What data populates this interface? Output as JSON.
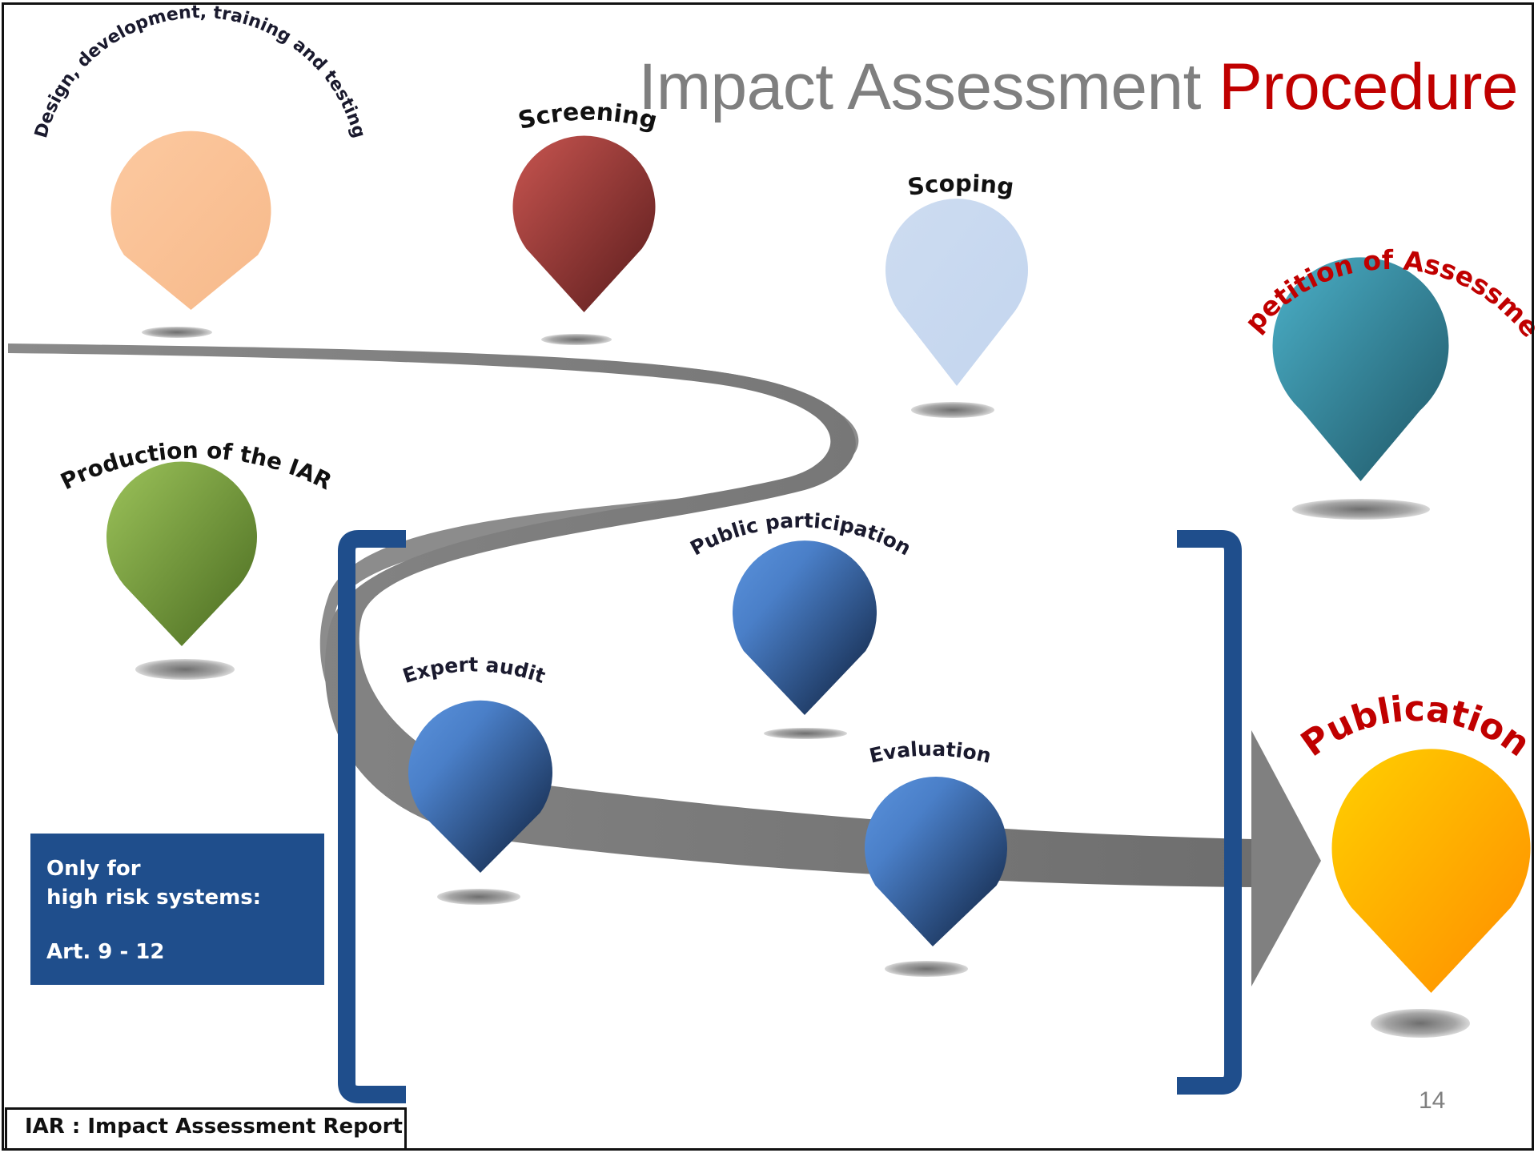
{
  "title": {
    "part1": "Impact Assessment",
    "part2": "Procedure"
  },
  "colors": {
    "title_gray": "#7f7f7f",
    "title_red": "#c00000",
    "road": "#808080",
    "bracket": "#1f4e8c",
    "note_box": "#1f4e8c"
  },
  "steps": [
    {
      "id": "design",
      "label": "Design, development, training and testing",
      "icon": "map-pin-icon",
      "color": "#f9c092"
    },
    {
      "id": "screening",
      "label": "Screening",
      "icon": "map-pin-icon",
      "color": "#a63a3a"
    },
    {
      "id": "scoping",
      "label": "Scoping",
      "icon": "map-pin-icon",
      "color": "#c7d9f0"
    },
    {
      "id": "repetition",
      "label": "Repetition of Assessment",
      "icon": "map-pin-icon",
      "color": "#2f8fa8"
    },
    {
      "id": "production",
      "label": "Production of the IAR",
      "icon": "map-pin-icon",
      "color": "#76993d"
    },
    {
      "id": "public",
      "label": "Public participation",
      "icon": "map-pin-icon",
      "color": "#3d6bb0"
    },
    {
      "id": "expert",
      "label": "Expert audit",
      "icon": "map-pin-icon",
      "color": "#3d6bb0"
    },
    {
      "id": "evaluation",
      "label": "Evaluation",
      "icon": "map-pin-icon",
      "color": "#3d6bb0"
    },
    {
      "id": "publication",
      "label": "Publication",
      "icon": "map-pin-icon",
      "color": "#ffb000"
    }
  ],
  "note": {
    "line1": "Only for",
    "line2": "high risk systems:",
    "line3": "Art. 9 - 12"
  },
  "legend": "IAR : Impact Assessment Report",
  "page_number": "14"
}
